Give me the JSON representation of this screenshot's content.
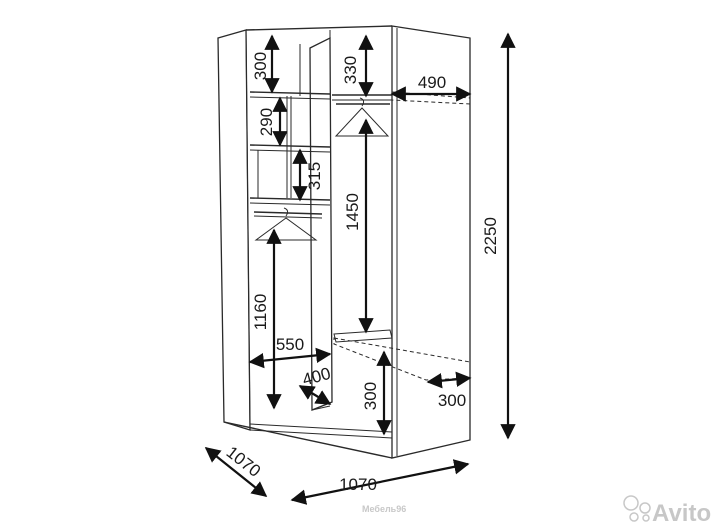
{
  "dimensions": {
    "overall_height": "2250",
    "left_depth": "1070",
    "front_width": "1070",
    "top_shelf_left": "300",
    "top_shelf_right": "330",
    "shelf_290": "290",
    "shelf_315": "315",
    "hanging_right": "1450",
    "hanging_left": "1160",
    "width_550": "550",
    "door_400": "400",
    "bottom_300": "300",
    "shelf_depth_300": "300",
    "top_depth_490": "490"
  },
  "watermark": {
    "brand": "Avito",
    "shop": "Мебель96"
  },
  "colors": {
    "line": "#2a2a2a",
    "arrow": "#111111",
    "background": "#ffffff"
  }
}
